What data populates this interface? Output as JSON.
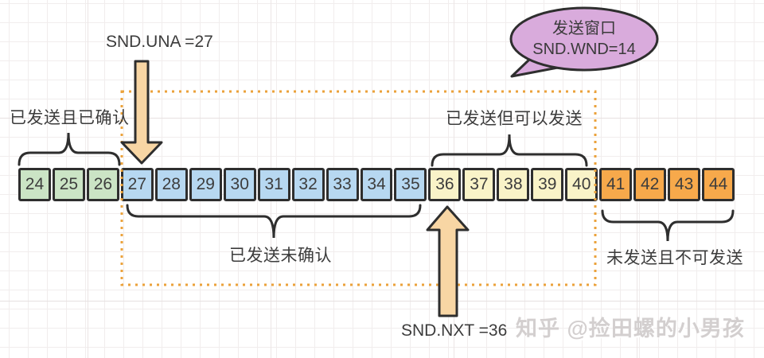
{
  "diagram": {
    "snd_una_label": "SND.UNA =27",
    "snd_nxt_label": "SND.NXT =36",
    "bubble": {
      "line1": "发送窗口",
      "line2": "SND.WND=14"
    },
    "region_labels": {
      "acked": "已发送且已确认",
      "unacked": "已发送未确认",
      "sendable": "已发送但可以发送",
      "not_sendable": "未发送且不可发送"
    },
    "watermark": "知乎 @捡田螺的小男孩"
  },
  "sequence": {
    "groups": [
      {
        "name": "sent-and-acked",
        "color": "#cbe4c5",
        "values": [
          24,
          25,
          26
        ]
      },
      {
        "name": "sent-not-acked",
        "color": "#b7d8f1",
        "values": [
          27,
          28,
          29,
          30,
          31,
          32,
          33,
          34,
          35
        ]
      },
      {
        "name": "window-usable",
        "color": "#f9f3c8",
        "values": [
          36,
          37,
          38,
          39,
          40
        ]
      },
      {
        "name": "not-sendable",
        "color": "#f7a94b",
        "values": [
          41,
          42,
          43,
          44
        ]
      }
    ]
  },
  "colors": {
    "window_dotted_border": "#eba23b",
    "arrow_fill": "#f8d6a4",
    "bubble_fill": "#d9abdc",
    "stroke": "#2e2e2e"
  }
}
